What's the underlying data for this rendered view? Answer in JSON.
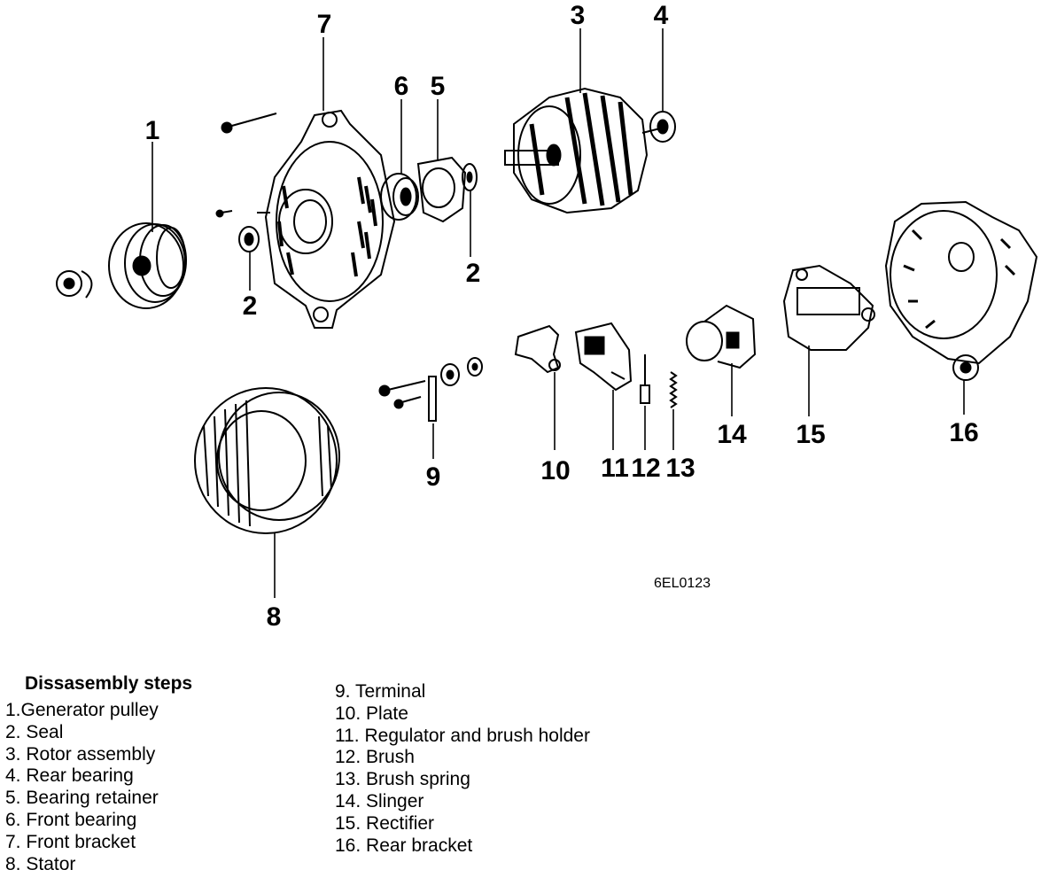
{
  "diagram": {
    "figure_code": "6EL0123",
    "callouts": [
      "1",
      "2",
      "2",
      "3",
      "4",
      "5",
      "6",
      "7",
      "8",
      "9",
      "10",
      "11",
      "12",
      "13",
      "14",
      "15",
      "16"
    ]
  },
  "legend": {
    "title": "Dissasembly steps",
    "left_items": [
      "1.Generator pulley",
      "2. Seal",
      "3. Rotor assembly",
      "4. Rear bearing",
      "5. Bearing retainer",
      "6. Front bearing",
      "7. Front bracket",
      "8. Stator"
    ],
    "right_items": [
      "9. Terminal",
      "10. Plate",
      "11. Regulator and brush holder",
      "12. Brush",
      "13. Brush spring",
      "14. Slinger",
      "15. Rectifier",
      "16. Rear bracket"
    ]
  }
}
